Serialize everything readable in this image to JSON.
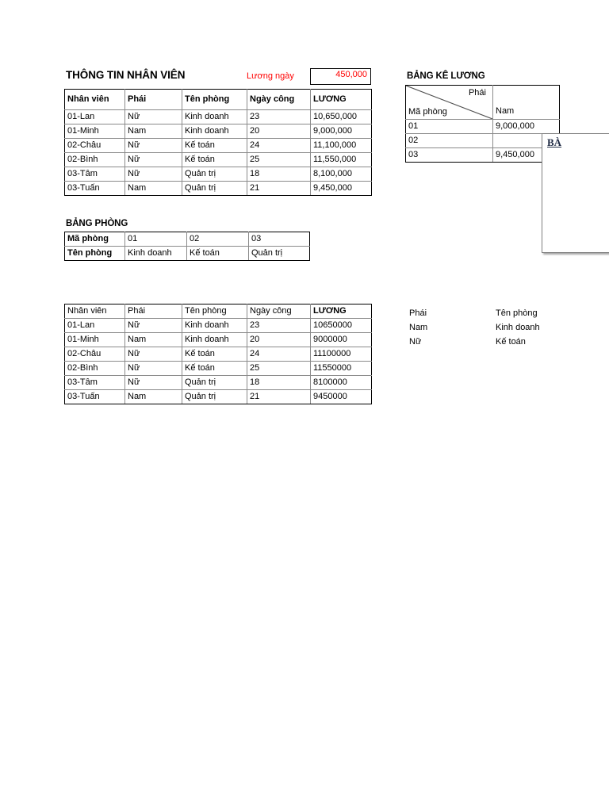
{
  "document": {
    "employee_info": {
      "title": "THÔNG TIN NHÂN VIÊN",
      "daily_rate_label": "Lương ngày",
      "daily_rate_value": "450,000",
      "accent_color": "#ff0000",
      "columns": [
        "Nhân viên",
        "Phái",
        "Tên phòng",
        "Ngày công",
        "LƯƠNG"
      ],
      "rows": [
        {
          "nhan_vien": "01-Lan",
          "phai": "Nữ",
          "ten_phong": "Kinh doanh",
          "ngay_cong": "23",
          "luong": "10,650,000"
        },
        {
          "nhan_vien": "01-Minh",
          "phai": "Nam",
          "ten_phong": "Kinh doanh",
          "ngay_cong": "20",
          "luong": "9,000,000"
        },
        {
          "nhan_vien": "02-Châu",
          "phai": "Nữ",
          "ten_phong": "Kế toán",
          "ngay_cong": "24",
          "luong": "11,100,000"
        },
        {
          "nhan_vien": "02-Bình",
          "phai": "Nữ",
          "ten_phong": "Kế toán",
          "ngay_cong": "25",
          "luong": "11,550,000"
        },
        {
          "nhan_vien": "03-Tâm",
          "phai": "Nữ",
          "ten_phong": "Quản trị",
          "ngay_cong": "18",
          "luong": "8,100,000"
        },
        {
          "nhan_vien": "03-Tuấn",
          "phai": "Nam",
          "ten_phong": "Quản trị",
          "ngay_cong": "21",
          "luong": "9,450,000"
        }
      ]
    },
    "department_table": {
      "title": "BẢNG PHÒNG",
      "row_labels": [
        "Mã phòng",
        "Tên phòng"
      ],
      "codes": [
        "01",
        "02",
        "03"
      ],
      "names": [
        "Kinh doanh",
        "Kế toán",
        "Quản trị"
      ]
    },
    "salary_crosstab": {
      "title": "BẢNG KÊ LƯƠNG",
      "corner_top_label": "Phái",
      "corner_bottom_label": "Mã phòng",
      "column_header": "Nam",
      "rows": [
        {
          "ma_phong": "01",
          "nam": "9,000,000"
        },
        {
          "ma_phong": "02",
          "nam": ""
        },
        {
          "ma_phong": "03",
          "nam": "9,450,000"
        }
      ]
    },
    "raw_table": {
      "columns": [
        "Nhân viên",
        "Phái",
        "Tên phòng",
        "Ngày công",
        "LƯƠNG"
      ],
      "rows": [
        {
          "nhan_vien": "01-Lan",
          "phai": "Nữ",
          "ten_phong": "Kinh doanh",
          "ngay_cong": "23",
          "luong": "10650000"
        },
        {
          "nhan_vien": "01-Minh",
          "phai": "Nam",
          "ten_phong": "Kinh doanh",
          "ngay_cong": "20",
          "luong": "9000000"
        },
        {
          "nhan_vien": "02-Châu",
          "phai": "Nữ",
          "ten_phong": "Kế toán",
          "ngay_cong": "24",
          "luong": "11100000"
        },
        {
          "nhan_vien": "02-Bình",
          "phai": "Nữ",
          "ten_phong": "Kế toán",
          "ngay_cong": "25",
          "luong": "11550000"
        },
        {
          "nhan_vien": "03-Tâm",
          "phai": "Nữ",
          "ten_phong": "Quản trị",
          "ngay_cong": "18",
          "luong": "8100000"
        },
        {
          "nhan_vien": "03-Tuấn",
          "phai": "Nam",
          "ten_phong": "Quản trị",
          "ngay_cong": "21",
          "luong": "9450000"
        }
      ]
    },
    "criteria_lists": {
      "gender": {
        "header": "Phái",
        "items": [
          "Nam",
          "Nữ"
        ]
      },
      "department": {
        "header": "Tên phòng",
        "items": [
          "Kinh doanh",
          "Kế toán"
        ]
      }
    },
    "overlay": {
      "text": "BÀ"
    }
  }
}
